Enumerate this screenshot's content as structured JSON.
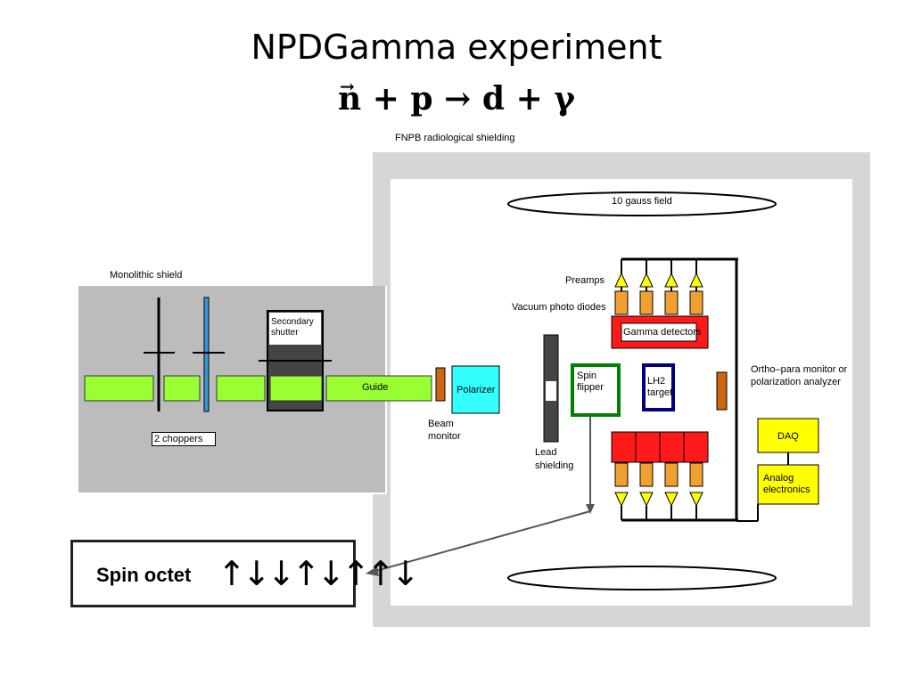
{
  "title": "NPDGamma experiment",
  "equation": {
    "n": "n",
    "p": "p",
    "d": "d",
    "gamma": "γ",
    "plus": "+",
    "arrow": "→"
  },
  "labels": {
    "fnpb_shielding": "FNPB radiological shielding",
    "field_top": "10 gauss field",
    "monolithic_shield": "Monolithic shield",
    "secondary_shutter": "Secondary shutter",
    "guide": "Guide",
    "polarizer": "Polarizer",
    "beam_monitor": "Beam monitor",
    "choppers": "2 choppers",
    "preamps": "Preamps",
    "vacuum_photo_diodes": "Vacuum photo diodes",
    "gamma_detectors": "Gamma detectors",
    "spin_flipper": "Spin flipper",
    "lh2_target": "LH2 target",
    "ortho_para_monitor": "Ortho–para monitor or polarization analyzer",
    "lead_shielding": "Lead shielding",
    "daq": "DAQ",
    "analog_electronics": "Analog electronics"
  },
  "spin_octet": {
    "label": "Spin octet",
    "arrows": "↑↓↓↑↓↑↑↓"
  },
  "colors": {
    "guide_green": "#99ff33",
    "polarizer_cyan": "#33ffff",
    "detector_red": "#ff1a1a",
    "preamp_orange": "#f0a030",
    "preamp_yellow": "#ffff00",
    "daq_yellow": "#ffff00",
    "shield_gray": "#bcbcbc",
    "outer_shield_gray": "#d6d6d6",
    "flipper_green": "#008000",
    "target_blue": "#000080",
    "monitor_orange": "#cc6611"
  }
}
